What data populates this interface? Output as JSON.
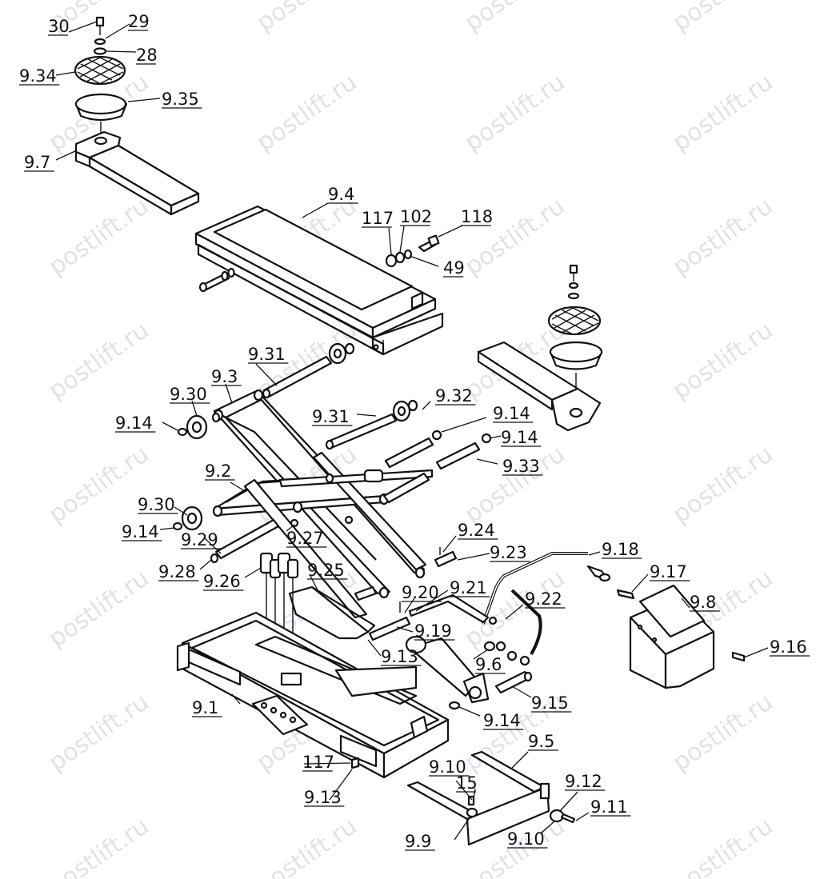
{
  "diagram": {
    "watermark": "postlift.ru",
    "part_labels": [
      "30",
      "29",
      "28",
      "9.34",
      "9.35",
      "9.7",
      "9.4",
      "117",
      "102",
      "118",
      "49",
      "9.31",
      "9.3",
      "9.30",
      "9.14",
      "9.32",
      "9.31",
      "9.14",
      "9.14",
      "9.33",
      "9.2",
      "9.30",
      "9.14",
      "9.29",
      "9.27",
      "9.28",
      "9.26",
      "9.25",
      "9.24",
      "9.23",
      "9.18",
      "9.17",
      "9.8",
      "9.16",
      "9.20",
      "9.21",
      "9.22",
      "9.19",
      "9.13",
      "9.6",
      "9.15",
      "9.14",
      "9.1",
      "117",
      "9.13",
      "9.10",
      "15",
      "9.5",
      "9.12",
      "9.11",
      "9.9",
      "9.10"
    ]
  }
}
